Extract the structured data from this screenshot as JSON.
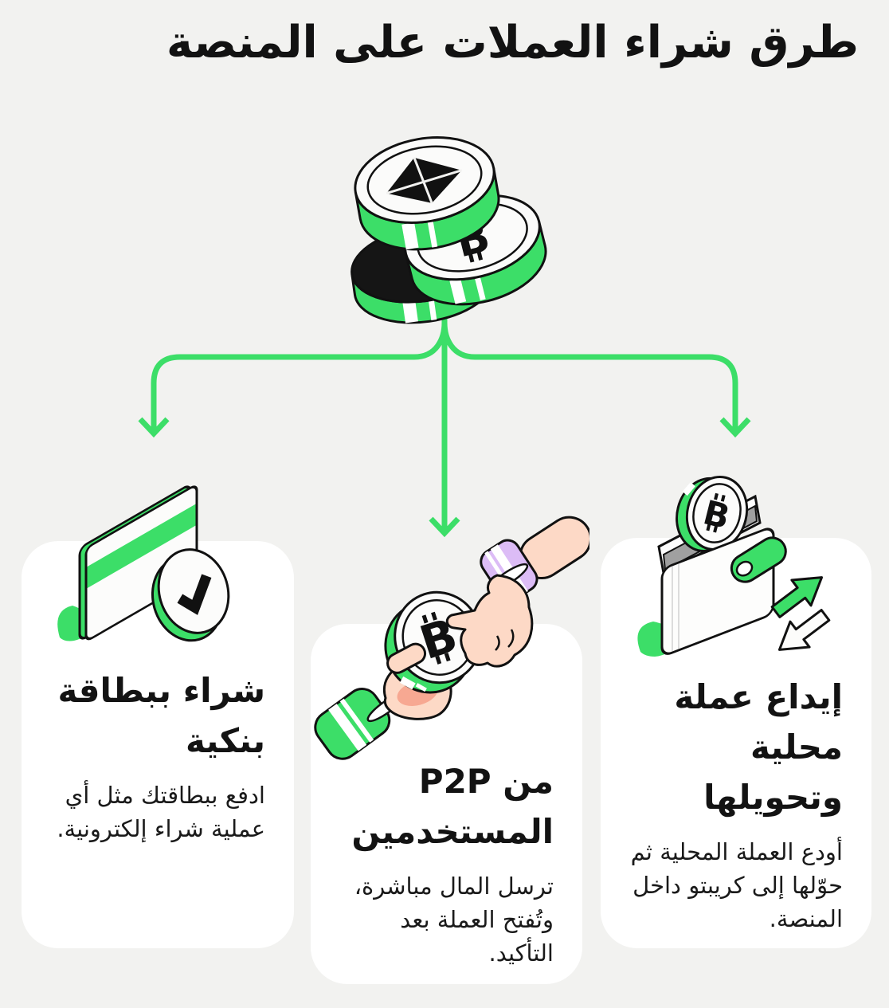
{
  "page": {
    "title": "طرق شراء العملات على المنصة"
  },
  "colors": {
    "background": "#f2f2f0",
    "card": "#ffffff",
    "green": "#3cde68",
    "ink": "#121212",
    "purple_cuff": "#dcbcf6",
    "skin": "#fdd9c6",
    "wallet_gray": "#a0a0a0"
  },
  "coins_stack": {
    "icons": [
      "ethereum-coin-icon",
      "bitcoin-coin-icon",
      "dark-coin-icon"
    ],
    "bitcoin_symbol": "₿",
    "bitcoin_letter": "B"
  },
  "connector": {
    "icon": "three-way-branch-arrows-icon",
    "direction": "down"
  },
  "cards": [
    {
      "position": "left",
      "icon": "credit-card-check-icon",
      "title": "شراء ببطاقة بنكية",
      "body": "ادفع ببطاقتك مثل أي عملية شراء إلكترونية."
    },
    {
      "position": "middle",
      "icon": "hands-exchange-coin-icon",
      "title": "من P2P المستخدمين",
      "body": "ترسل المال مباشرة، وتُفتح العملة بعد التأكيد."
    },
    {
      "position": "right",
      "icon": "wallet-transfer-icon",
      "title": "إيداع عملة محلية وتحويلها",
      "body": "أودع العملة المحلية ثم حوّلها إلى كريبتو داخل المنصة."
    }
  ]
}
